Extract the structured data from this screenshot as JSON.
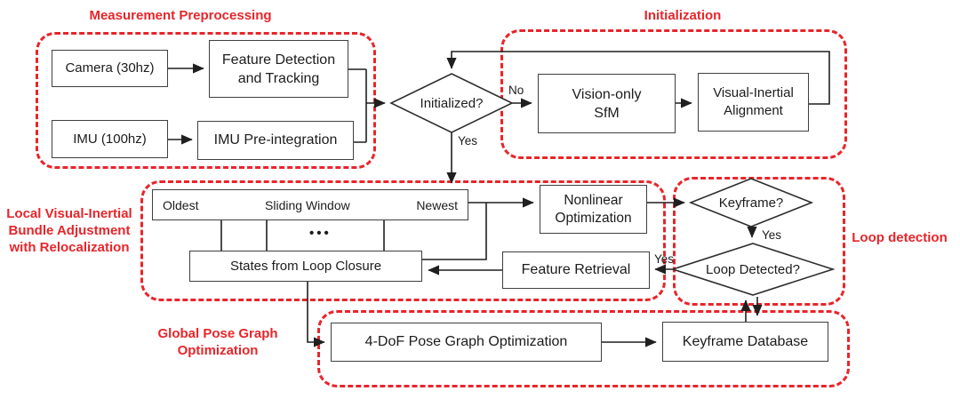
{
  "diagram_title": "Visual-Inertial SLAM system block diagram",
  "colors": {
    "accent_red": "#e8252a",
    "line_black": "#1f1f1f",
    "box_border": "#3f3f3f"
  },
  "regions": {
    "measurement": {
      "label": "Measurement Preprocessing"
    },
    "initialization": {
      "label": "Initialization"
    },
    "lviba": {
      "label": "Local Visual-Inertial\nBundle Adjustment\nwith Relocalization"
    },
    "loop_detection": {
      "label": "Loop detection"
    },
    "global_pose": {
      "label": "Global Pose Graph\nOptimization"
    }
  },
  "nodes": {
    "camera": {
      "label": "Camera (30hz)"
    },
    "feature_detection": {
      "label": "Feature Detection\nand Tracking"
    },
    "imu": {
      "label": "IMU (100hz)"
    },
    "imu_preintegration": {
      "label": "IMU Pre-integration"
    },
    "initialized": {
      "label": "Initialized?"
    },
    "vision_sfm": {
      "label": "Vision-only\nSfM"
    },
    "visual_inertial_alignment": {
      "label": "Visual-Inertial\nAlignment"
    },
    "sliding_window": {
      "left": "Oldest",
      "center": "Sliding Window",
      "right": "Newest"
    },
    "ellipsis": "•••",
    "states_loop_closure": {
      "label": "States from Loop Closure"
    },
    "nonlinear_optimization": {
      "label": "Nonlinear\nOptimization"
    },
    "feature_retrieval": {
      "label": "Feature Retrieval"
    },
    "keyframe": {
      "label": "Keyframe?"
    },
    "loop_detected": {
      "label": "Loop Detected?"
    },
    "pose_graph_optimization": {
      "label": "4-DoF Pose Graph Optimization"
    },
    "keyframe_database": {
      "label": "Keyframe Database"
    }
  },
  "edge_labels": {
    "no": "No",
    "yes_initialized": "Yes",
    "yes_keyframe": "Yes",
    "yes_loop_detected": "Yes"
  }
}
